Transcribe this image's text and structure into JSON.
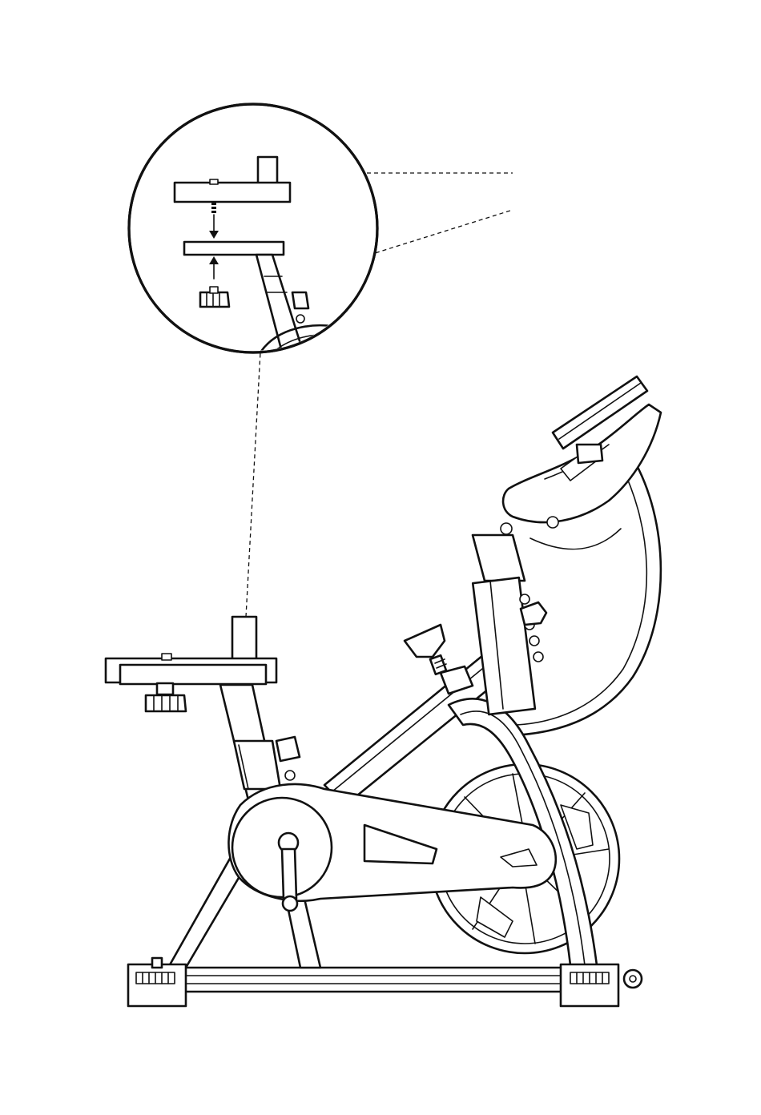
{
  "diagram": {
    "subject": "exercise-bike",
    "view": "side",
    "colors": {
      "line": "#111111",
      "background": "#ffffff"
    },
    "parts": [
      {
        "id": "seat-post",
        "icon": "seat-post-tube-icon"
      },
      {
        "id": "seat-rail-plate",
        "icon": "seat-plate-icon"
      },
      {
        "id": "seat-clamp-plate",
        "icon": "clamp-plate-icon"
      },
      {
        "id": "seat-knob",
        "icon": "knob-icon"
      },
      {
        "id": "handlebar",
        "icon": "handlebar-icon"
      },
      {
        "id": "console-tray",
        "icon": "tray-icon"
      },
      {
        "id": "flywheel",
        "icon": "flywheel-icon"
      },
      {
        "id": "chain-guard",
        "icon": "chain-guard-icon"
      },
      {
        "id": "pedal-crank",
        "icon": "crank-icon"
      },
      {
        "id": "resistance-knob",
        "icon": "knob-icon"
      },
      {
        "id": "stabilizer-feet",
        "icon": "foot-icon"
      }
    ],
    "callout": {
      "shape": "circle",
      "shows": "seat-assembly-detail",
      "arrows": 2
    }
  }
}
